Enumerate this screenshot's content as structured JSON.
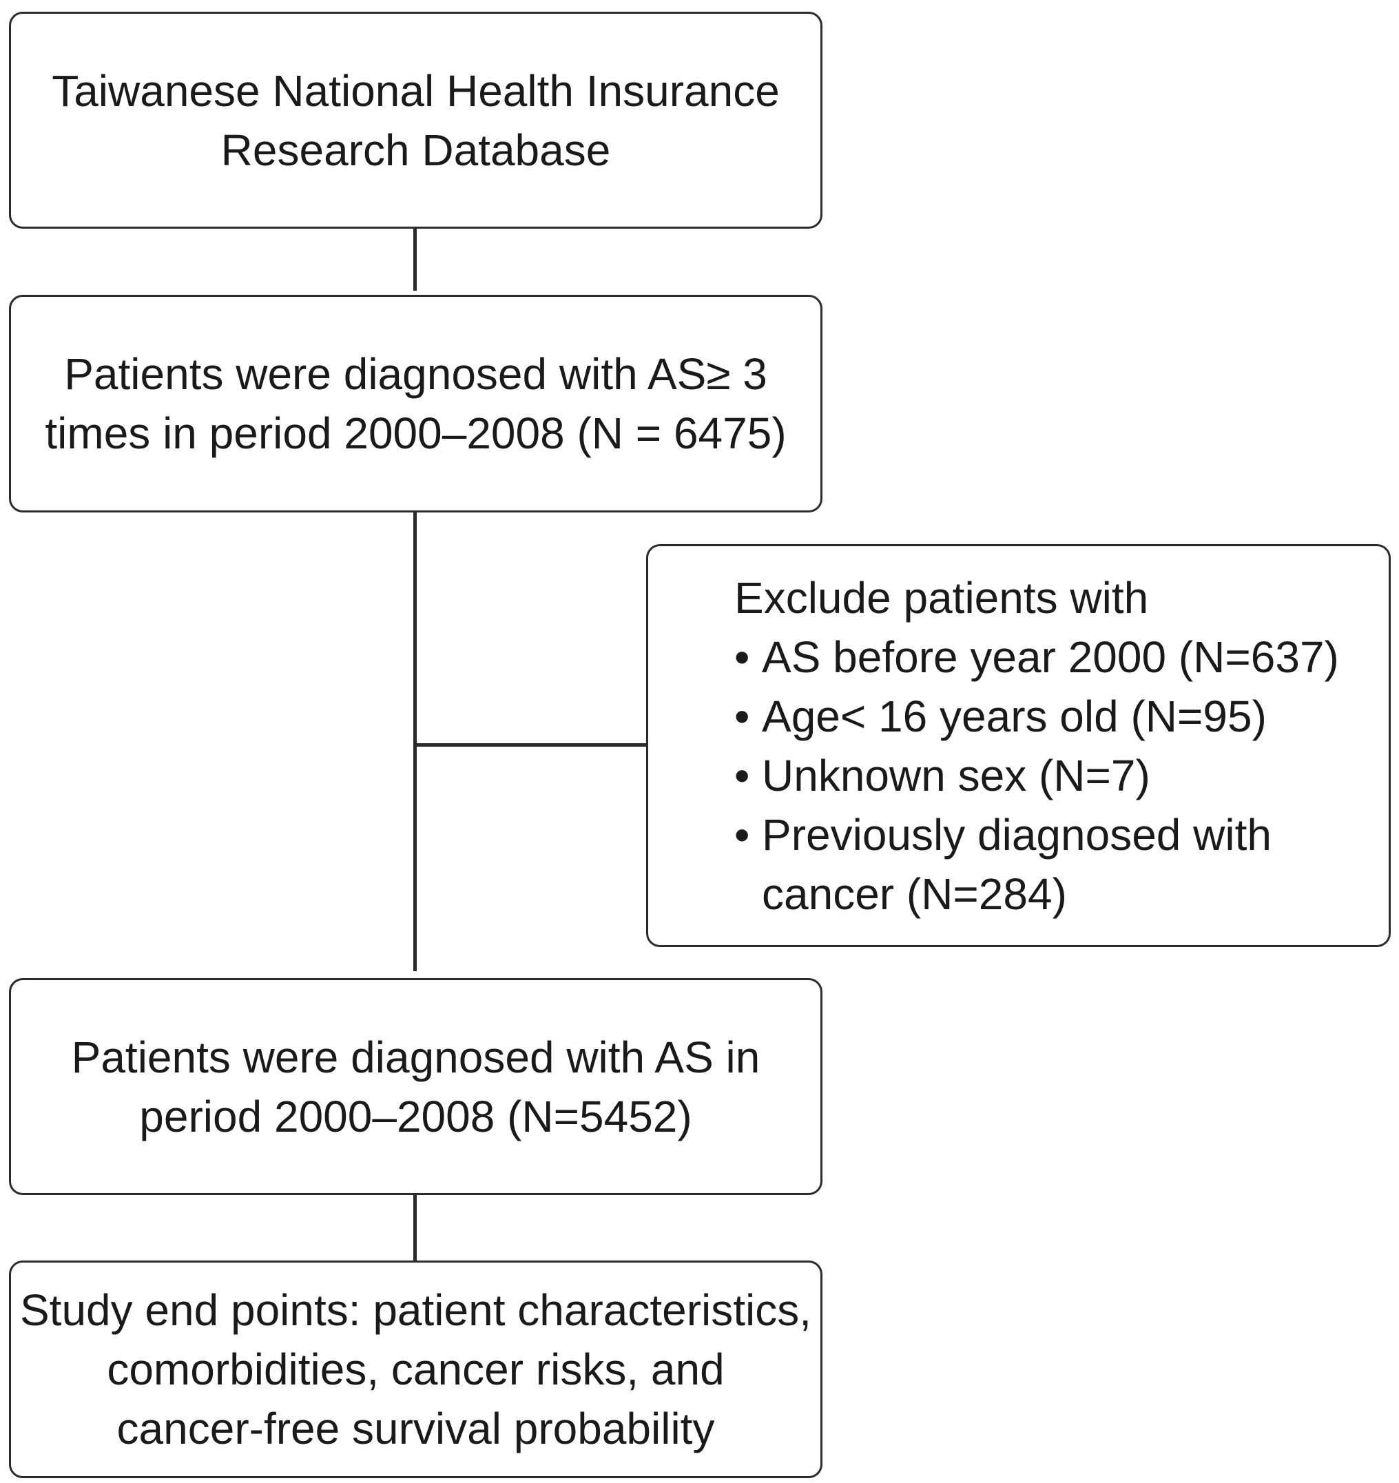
{
  "flowchart": {
    "source_box": {
      "lines": [
        "Taiwanese National Health Insurance",
        "Research Database"
      ]
    },
    "cohort_box": {
      "lines": [
        "Patients were diagnosed with AS≥ 3",
        "times in period 2000–2008 (N = 6475)"
      ]
    },
    "exclude_box": {
      "heading": "Exclude patients with",
      "bullet_symbol": "•",
      "items": [
        {
          "text": "AS before year 2000 (N=637)"
        },
        {
          "text": "Age< 16 years old (N=95)"
        },
        {
          "text": "Unknown sex (N=7)"
        },
        {
          "text": "Previously diagnosed with",
          "continuation": "cancer (N=284)"
        }
      ]
    },
    "final_box": {
      "lines": [
        "Patients were diagnosed with AS in",
        "period 2000–2008 (N=5452)"
      ]
    },
    "endpoints_box": {
      "lines": [
        "Study end points: patient characteristics,",
        "comorbidities, cancer risks, and",
        "cancer-free survival probability"
      ]
    }
  }
}
